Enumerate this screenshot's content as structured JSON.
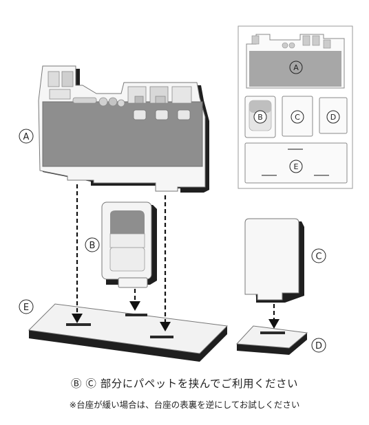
{
  "labels": {
    "a": "A",
    "b": "B",
    "c": "C",
    "d": "D",
    "e": "E"
  },
  "caption": {
    "main": "Ⓑ Ⓒ 部分にパペットを挟んでご利用ください",
    "note": "※台座が緩い場合は、台座の表裏を逆にしてお試しください"
  }
}
